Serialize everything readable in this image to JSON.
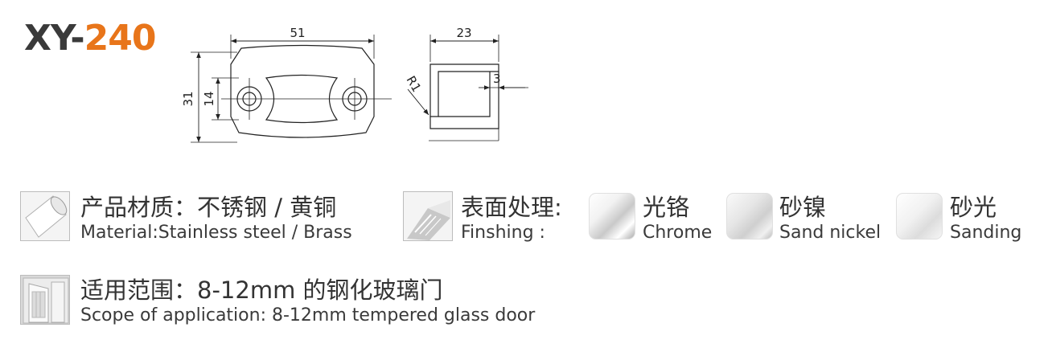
{
  "model": {
    "prefix": "XY-",
    "number": "240"
  },
  "drawing": {
    "dims": {
      "width": "51",
      "height": "31",
      "hole_spacing": "14",
      "depth": "23",
      "radius": "R1",
      "thickness": "3"
    }
  },
  "material": {
    "label_zh": "产品材质：不锈钢 / 黄铜",
    "label_en": "Material:Stainless steel / Brass"
  },
  "finishing": {
    "label_zh": "表面处理:",
    "label_en": "Finshing :",
    "options": [
      {
        "zh": "光铬",
        "en": "Chrome"
      },
      {
        "zh": "砂镍",
        "en": "Sand nickel"
      },
      {
        "zh": "砂光",
        "en": "Sanding"
      }
    ]
  },
  "scope": {
    "label_zh": "适用范围：8-12mm 的钢化玻璃门",
    "label_en": "Scope of application: 8-12mm tempered glass door"
  },
  "colors": {
    "accent": "#e8751a",
    "text": "#333333"
  }
}
